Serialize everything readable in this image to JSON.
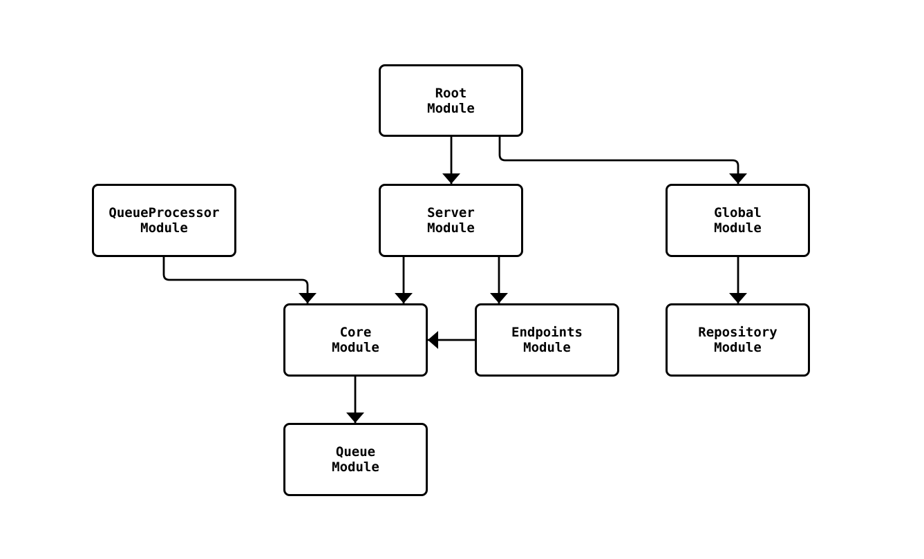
{
  "diagram": {
    "type": "module-dependency-flowchart",
    "background_color": "#ffffff",
    "node_border_color": "#000000",
    "node_fill_color": "#ffffff",
    "edge_color": "#000000",
    "text_color": "#000000",
    "nodes": {
      "root": {
        "label": "Root\nModule"
      },
      "server": {
        "label": "Server\nModule"
      },
      "queueprocessor": {
        "label": "QueueProcessor\nModule"
      },
      "global": {
        "label": "Global\nModule"
      },
      "core": {
        "label": "Core\nModule"
      },
      "endpoints": {
        "label": "Endpoints\nModule"
      },
      "repository": {
        "label": "Repository\nModule"
      },
      "queue": {
        "label": "Queue\nModule"
      }
    },
    "edges": [
      {
        "from": "Root Module",
        "to": "Server Module"
      },
      {
        "from": "Root Module",
        "to": "Global Module"
      },
      {
        "from": "QueueProcessor Module",
        "to": "Core Module"
      },
      {
        "from": "Server Module",
        "to": "Core Module"
      },
      {
        "from": "Server Module",
        "to": "Endpoints Module"
      },
      {
        "from": "Endpoints Module",
        "to": "Core Module"
      },
      {
        "from": "Global Module",
        "to": "Repository Module"
      },
      {
        "from": "Core Module",
        "to": "Queue Module"
      }
    ]
  }
}
